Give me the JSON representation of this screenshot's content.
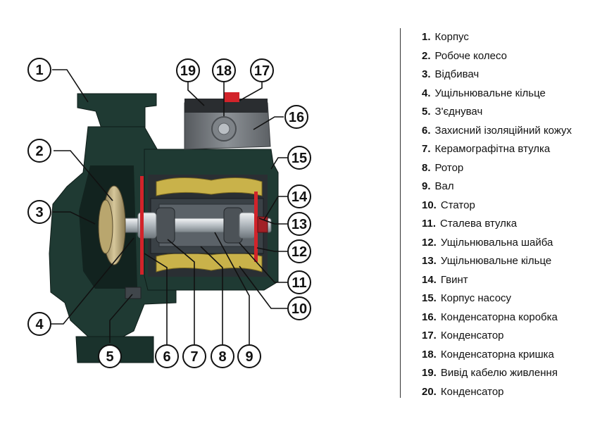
{
  "callouts": [
    "1",
    "2",
    "3",
    "4",
    "5",
    "6",
    "7",
    "8",
    "9",
    "10",
    "11",
    "12",
    "13",
    "14",
    "15",
    "16",
    "17",
    "18",
    "19"
  ],
  "legend": [
    {
      "num": "1.",
      "text": "Корпус"
    },
    {
      "num": "2.",
      "text": "Робоче колесо"
    },
    {
      "num": "3.",
      "text": "Відбивач"
    },
    {
      "num": "4.",
      "text": "Ущільнювальне кільце"
    },
    {
      "num": "5.",
      "text": "З'єднувач"
    },
    {
      "num": "6.",
      "text": "Захисний ізоляційний кожух"
    },
    {
      "num": "7.",
      "text": "Керамографітна втулка"
    },
    {
      "num": "8.",
      "text": "Ротор"
    },
    {
      "num": "9.",
      "text": "Вал"
    },
    {
      "num": "10.",
      "text": "Статор"
    },
    {
      "num": "11.",
      "text": "Сталева втулка"
    },
    {
      "num": "12.",
      "text": "Ущільнювальна шайба"
    },
    {
      "num": "13.",
      "text": "Ущільнювальне кільце"
    },
    {
      "num": "14.",
      "text": "Гвинт"
    },
    {
      "num": "15.",
      "text": "Корпус насосу"
    },
    {
      "num": "16.",
      "text": "Конденсаторна коробка"
    },
    {
      "num": "17.",
      "text": "Конденсатор"
    },
    {
      "num": "18.",
      "text": "Конденсаторна кришка"
    },
    {
      "num": "19.",
      "text": "Вивід кабелю живлення"
    },
    {
      "num": "20.",
      "text": "Конденсатор"
    }
  ],
  "colors": {
    "housing": "#1f3a33",
    "housing_dark": "#142823",
    "stator_yellow": "#c9b24a",
    "steel": "#c7cdd2",
    "red_accent": "#d2232a",
    "capacitor_box": "#7a7f84"
  }
}
